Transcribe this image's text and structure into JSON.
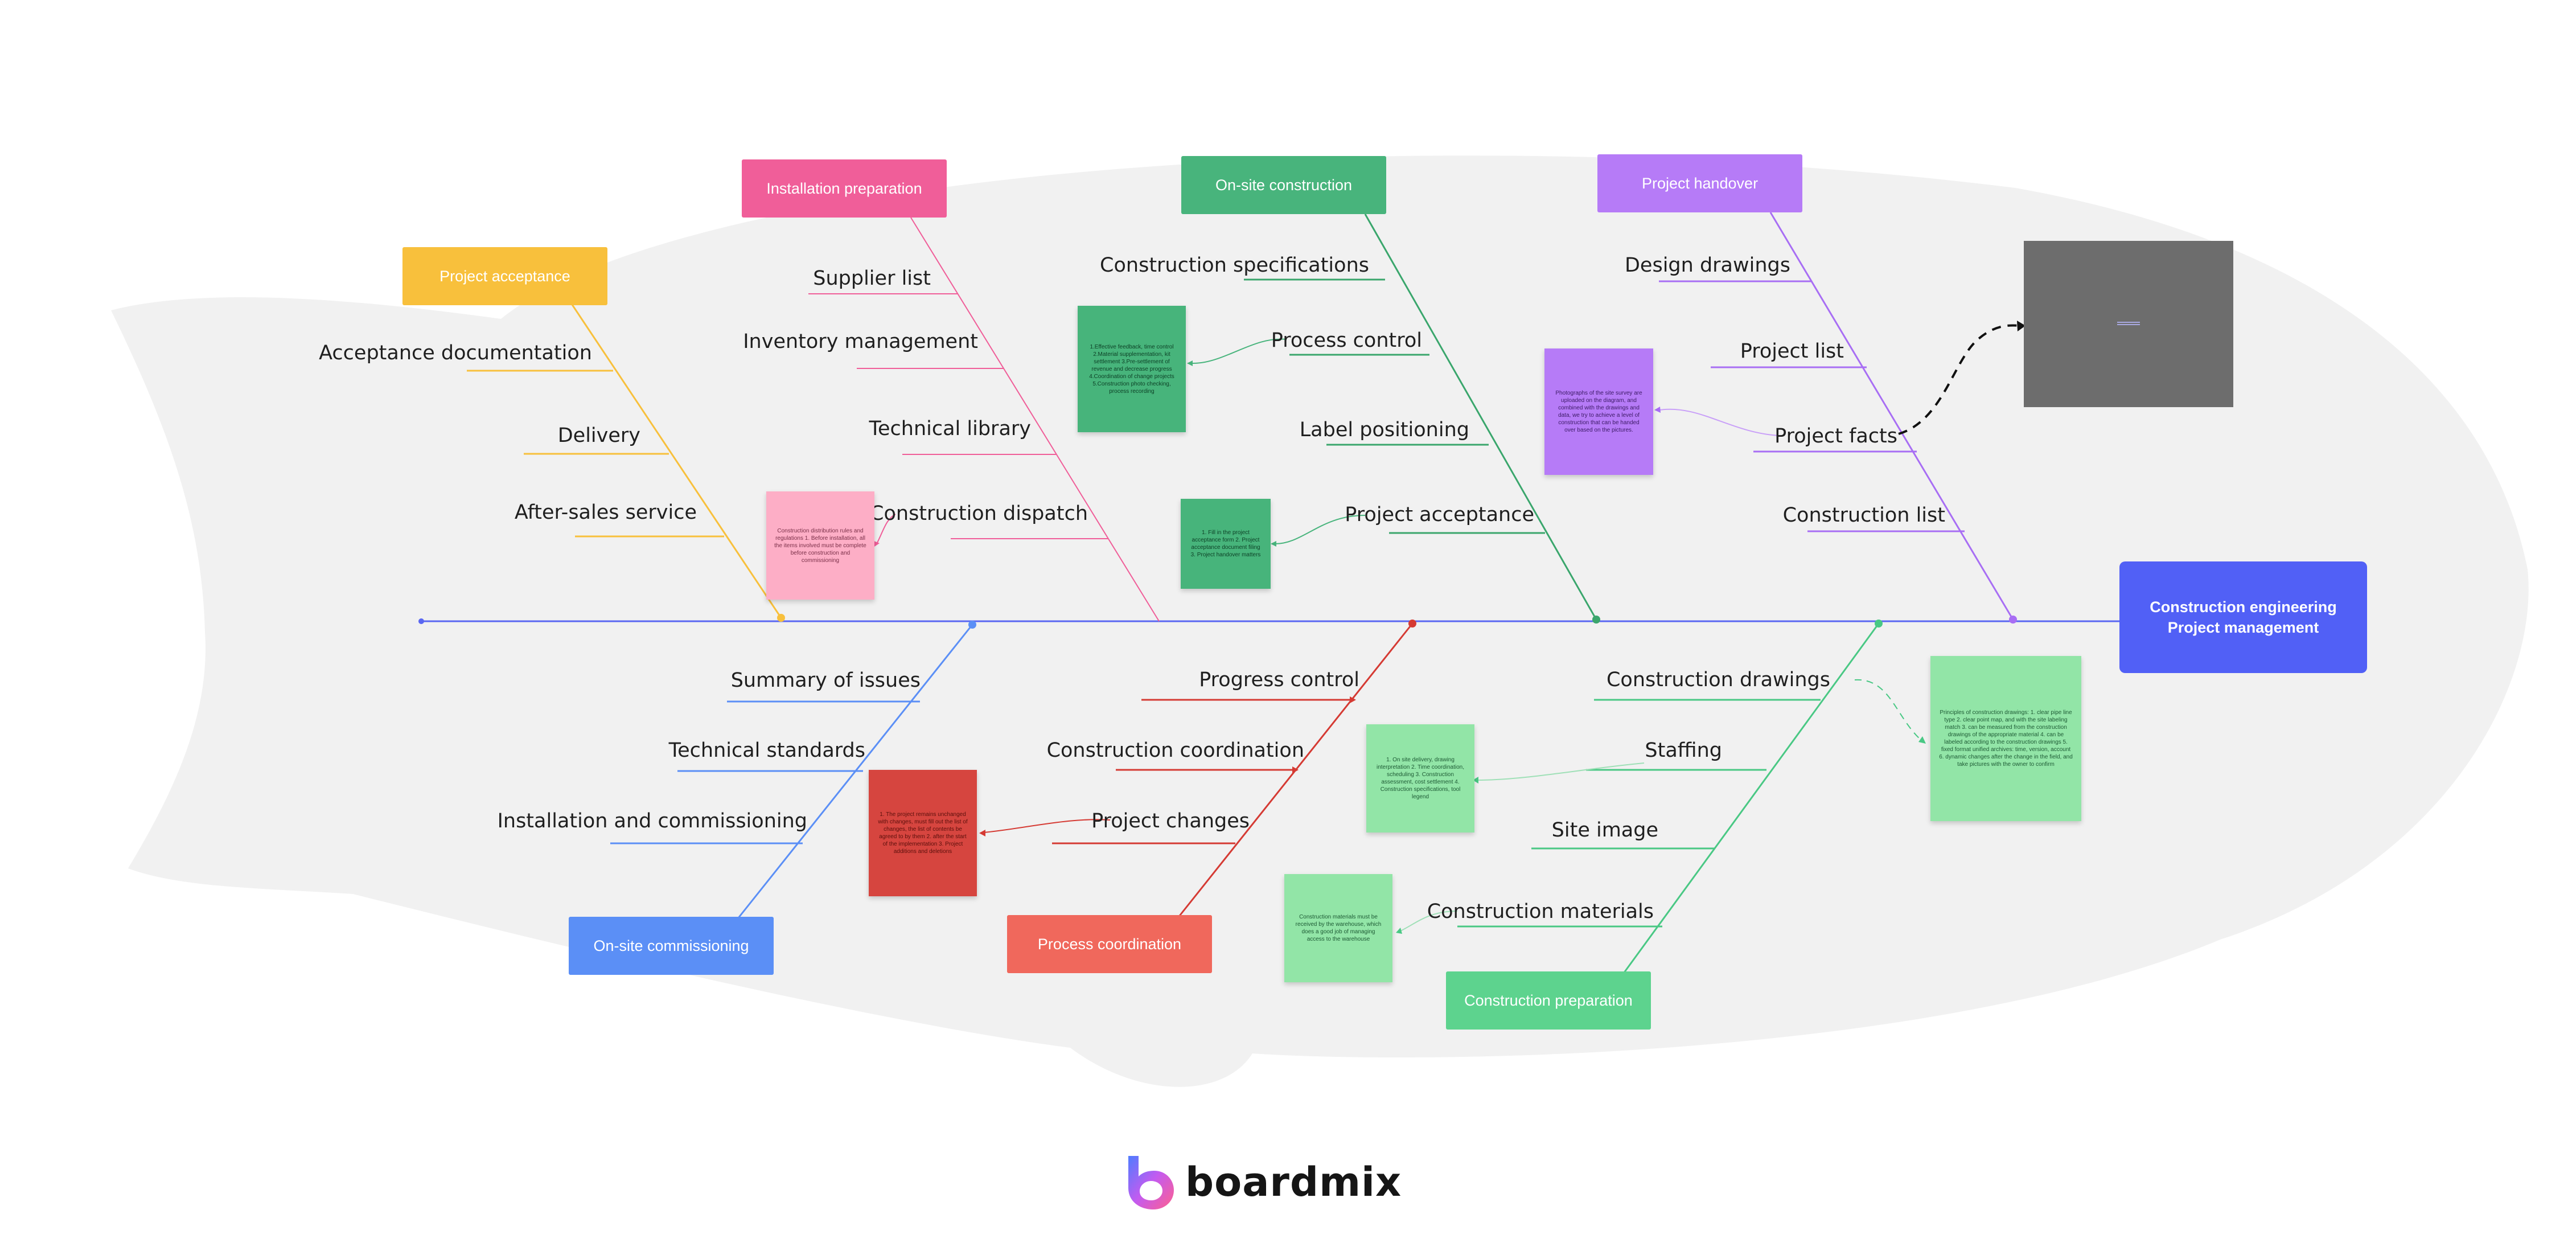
{
  "head": {
    "line1": "Construction engineering",
    "line2": "Project management"
  },
  "categories": {
    "project_acceptance": "Project acceptance",
    "installation_preparation": "Installation preparation",
    "on_site_construction": "On-site construction",
    "project_handover": "Project handover",
    "on_site_commissioning": "On-site commissioning",
    "process_coordination": "Process coordination",
    "construction_preparation": "Construction preparation"
  },
  "causes": {
    "acceptance_documentation": "Acceptance documentation",
    "delivery": "Delivery",
    "after_sales_service": "After-sales service",
    "supplier_list": "Supplier list",
    "inventory_management": "Inventory management",
    "technical_library": "Technical library",
    "construction_dispatch": "Construction dispatch",
    "construction_specifications": "Construction specifications",
    "process_control": "Process control",
    "label_positioning": "Label positioning",
    "project_acceptance_cause": "Project acceptance",
    "design_drawings": "Design drawings",
    "project_list": "Project list",
    "project_facts": "Project facts",
    "construction_list": "Construction list",
    "summary_of_issues": "Summary of issues",
    "technical_standards": "Technical standards",
    "installation_and_commissioning": "Installation and commissioning",
    "progress_control": "Progress control",
    "construction_coordination": "Construction coordination",
    "project_changes": "Project changes",
    "construction_drawings": "Construction drawings",
    "staffing": "Staffing",
    "site_image": "Site image",
    "construction_materials": "Construction materials"
  },
  "notes": {
    "dispatch": "Construction distribution rules and regulations 1. Before installation, all the items involved must be complete before construction and commissioning",
    "process_control": "1.Effective feedback, time control 2.Material supplementation, kit settlement 3.Pre-settlement of revenue and decrease progress 4.Coordination of change projects 5.Construction photo checking, process recording",
    "acceptance": "1. Fill in the project acceptance form 2. Project acceptance document filing 3. Project handover matters",
    "facts": "Photographs of the site survey are uploaded on the diagram, and combined with the drawings and data, we try to achieve a level of construction that can be handed over based on the pictures.",
    "changes": "1. The project remains unchanged with changes, must fill out the list of changes, the list of contents be agreed to by them 2. after the start of the implementation 3. Project additions and deletions",
    "coordination": "1. On site delivery, drawing interpretation 2. Time coordination, scheduling 3. Construction assessment, cost settlement 4. Construction specifications, tool legend",
    "drawings": "Principles of construction drawings: 1. clear pipe line type 2. clear point map, and with the site labeling match 3. can be measured from the construction drawings of the appropriate material 4. can be labeled according to the construction drawings 5. fixed format unified archives: time, version, account 6. dynamic changes after the change in the field, and take pictures with the owner to confirm",
    "materials": "Construction materials must be received by the warehouse, which does a good job of managing access to the warehouse"
  },
  "brand": {
    "name": "boardmix"
  },
  "colors": {
    "spine": "#5a67f2",
    "head": "#5160f6",
    "yellow": "#f8c03c",
    "pink": "#f05e99",
    "dark_green": "#48b47c",
    "purple": "#b67bf7",
    "blue": "#5b8ff6",
    "coral": "#f0685c",
    "light_green": "#5dd38e"
  },
  "icons": {
    "brand_logo": "boardmix-b-logo-icon"
  }
}
